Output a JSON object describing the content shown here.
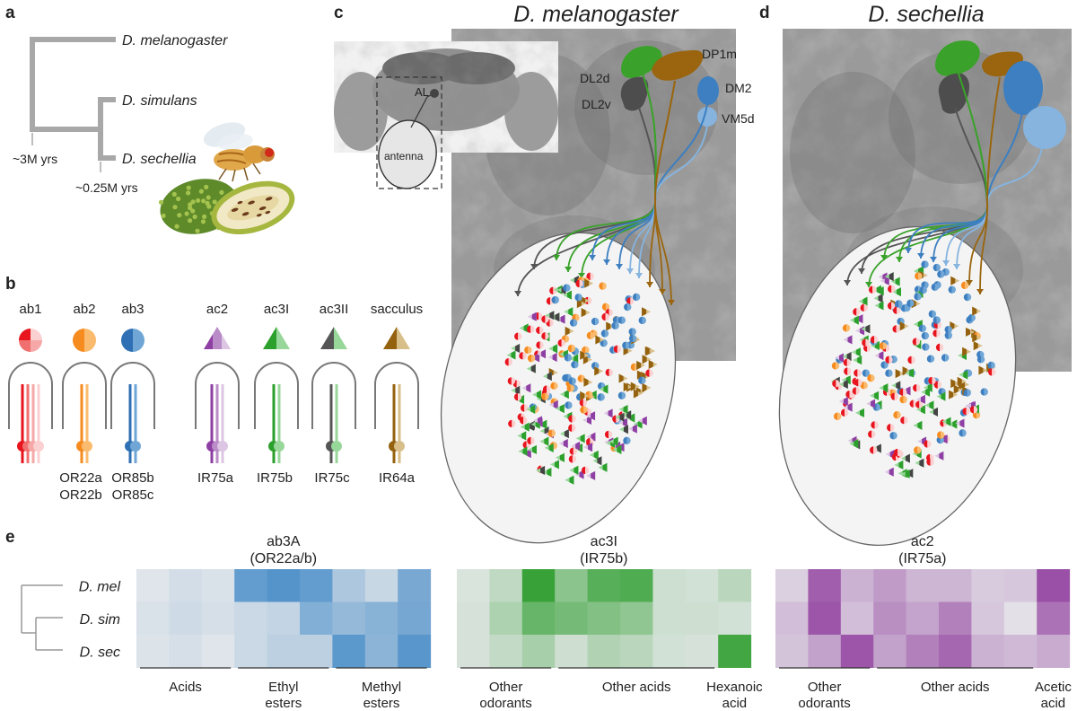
{
  "panels": {
    "a": "a",
    "b": "b",
    "c": "c",
    "d": "d",
    "e": "e"
  },
  "tree": {
    "species": [
      "D. melanogaster",
      "D. simulans",
      "D. sechellia"
    ],
    "time_labels": [
      "~3M yrs",
      "~0.25M yrs"
    ]
  },
  "sensilla": {
    "labels": [
      "ab1",
      "ab2",
      "ab3",
      "ac2",
      "ac3I",
      "ac3II",
      "sacculus"
    ],
    "receptors": [
      {
        "text": "OR22a",
        "color": "#2f6fb3"
      },
      {
        "text": "OR22b",
        "color": "#2f6fb3"
      },
      {
        "text": "OR85b",
        "color": "#6fa6d6"
      },
      {
        "text": "OR85c",
        "color": "#6fa6d6"
      },
      {
        "text": "IR75a",
        "color": "#9b4fae"
      },
      {
        "text": "IR75b",
        "color": "#3aa53a"
      },
      {
        "text": "IR75c",
        "color": "#555555"
      },
      {
        "text": "IR64a",
        "color": "#9a6a12"
      }
    ],
    "colors": {
      "ab1": [
        "#e8141e",
        "#f07070",
        "#f6a8a8",
        "#fbd0d0"
      ],
      "ab2": [
        "#f68b1f",
        "#fbbb6e"
      ],
      "ab3": [
        "#2f6fb3",
        "#6fa6d6"
      ],
      "ac2": [
        "#8e3fa3",
        "#b98bc7",
        "#dcc6e3"
      ],
      "ac3I": [
        "#2ca02c",
        "#98d79a"
      ],
      "ac3II": [
        "#555555",
        "#98d79a"
      ],
      "sacculus": [
        "#94620f",
        "#d8bf8a"
      ]
    }
  },
  "panel_c": {
    "title": "D. melanogaster",
    "glomeruli": [
      "DL2d",
      "DP1m",
      "DM2",
      "DL2v",
      "VM5d"
    ],
    "inset_labels": [
      "AL",
      "antenna"
    ]
  },
  "panel_d": {
    "title": "D. sechellia"
  },
  "heatmaps": [
    {
      "title": "ab3A",
      "subtitle": "(OR22a/b)",
      "color": "#2f7ec2",
      "row_labels": [
        "D. mel",
        "D. sim",
        "D. sec"
      ],
      "groups": [
        {
          "label": "Acids",
          "label2": ""
        },
        {
          "label": "Ethyl",
          "label2": "esters"
        },
        {
          "label": "Methyl",
          "label2": "esters"
        }
      ],
      "values": [
        [
          0.05,
          0.12,
          0.08,
          0.72,
          0.8,
          0.72,
          0.32,
          0.18,
          0.6
        ],
        [
          0.08,
          0.14,
          0.1,
          0.16,
          0.2,
          0.55,
          0.45,
          0.52,
          0.62
        ],
        [
          0.06,
          0.1,
          0.05,
          0.16,
          0.24,
          0.24,
          0.76,
          0.5,
          0.78
        ]
      ]
    },
    {
      "title": "ac3I",
      "subtitle": "(IR75b)",
      "color": "#2f9e2f",
      "row_labels": [
        "D. mel",
        "D. sim",
        "D. sec"
      ],
      "groups": [
        {
          "label": "Other",
          "label2": "odorants"
        },
        {
          "label": "Other acids",
          "label2": ""
        },
        {
          "label": "Hexanoic",
          "label2": "acid"
        }
      ],
      "values": [
        [
          0.08,
          0.22,
          0.95,
          0.5,
          0.78,
          0.82,
          0.15,
          0.12,
          0.25
        ],
        [
          0.1,
          0.32,
          0.7,
          0.62,
          0.55,
          0.48,
          0.15,
          0.14,
          0.12
        ],
        [
          0.1,
          0.2,
          0.35,
          0.14,
          0.3,
          0.25,
          0.12,
          0.1,
          0.9
        ]
      ]
    },
    {
      "title": "ac2",
      "subtitle": "(IR75a)",
      "color": "#8e3b9c",
      "row_labels": [
        "D. mel",
        "D. sim",
        "D. sec"
      ],
      "groups": [
        {
          "label": "Other",
          "label2": "odorants"
        },
        {
          "label": "Other acids",
          "label2": ""
        },
        {
          "label": "Acetic",
          "label2": "acid"
        }
      ],
      "values": [
        [
          0.15,
          0.8,
          0.32,
          0.45,
          0.3,
          0.3,
          0.18,
          0.2,
          0.88
        ],
        [
          0.25,
          0.85,
          0.25,
          0.52,
          0.4,
          0.6,
          0.2,
          0.06,
          0.68
        ],
        [
          0.22,
          0.42,
          0.85,
          0.42,
          0.6,
          0.75,
          0.32,
          0.28,
          0.36
        ]
      ]
    }
  ]
}
